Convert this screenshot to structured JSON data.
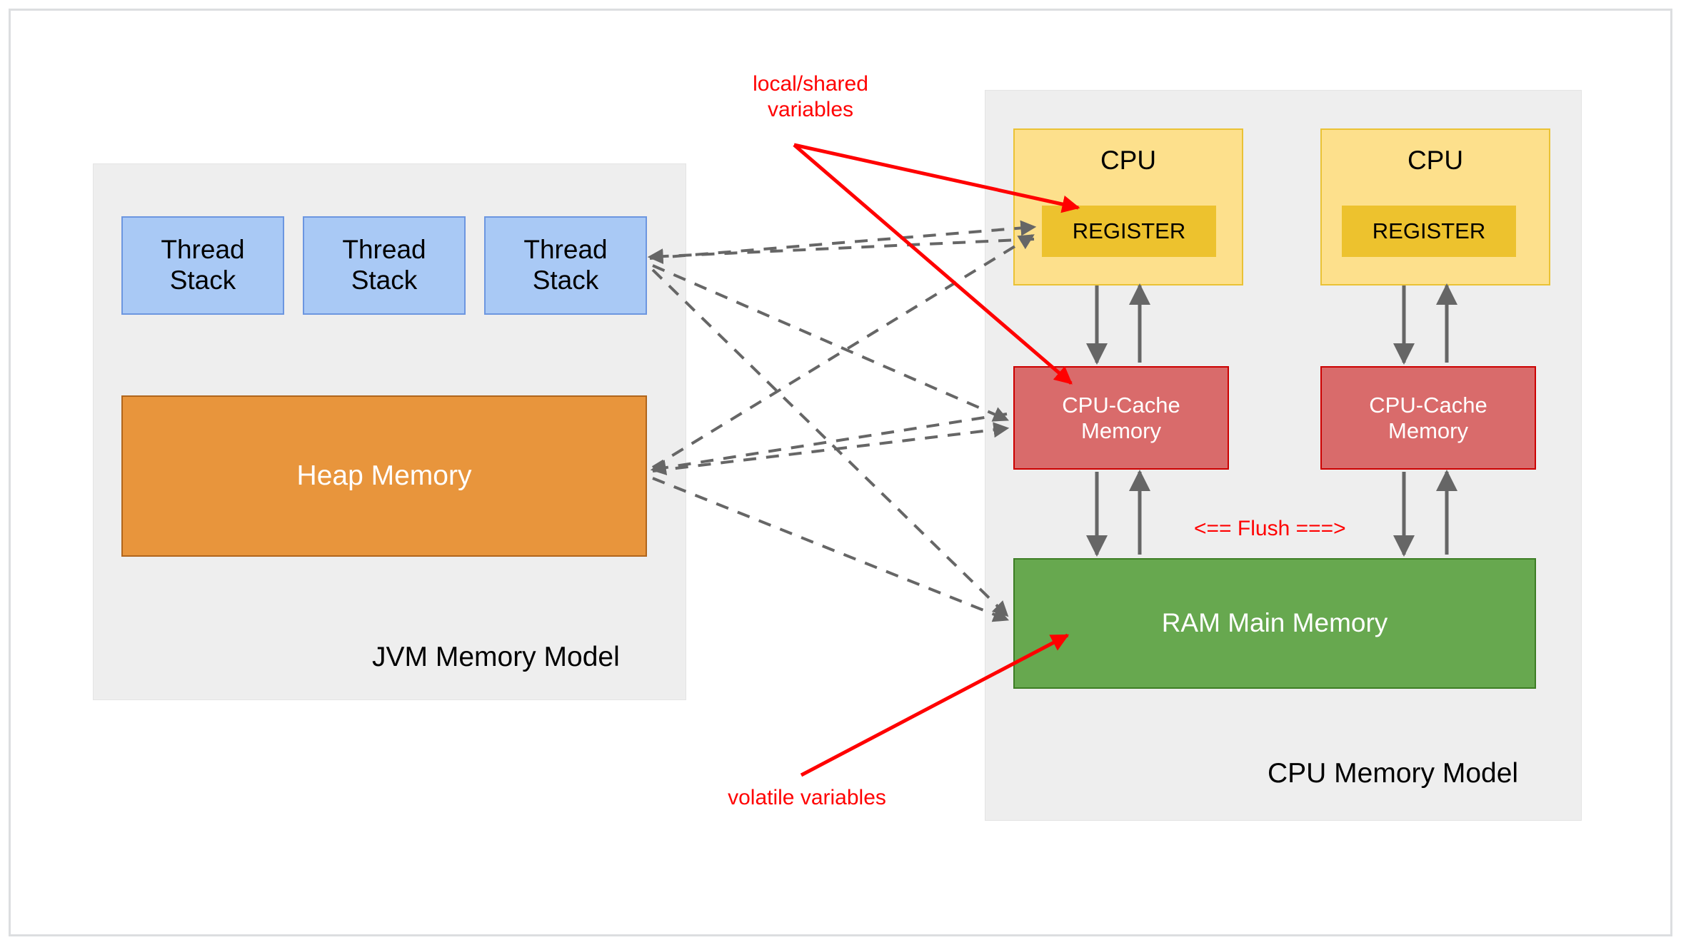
{
  "diagram": {
    "title_left": "JVM Memory Model",
    "title_right": "CPU Memory Model"
  },
  "jvm_panel": {
    "label": "JVM Memory Model",
    "thread_stacks": [
      {
        "label": "Thread\nStack"
      },
      {
        "label": "Thread\nStack"
      },
      {
        "label": "Thread\nStack"
      }
    ],
    "heap": {
      "label": "Heap Memory"
    }
  },
  "cpu_panel": {
    "label": "CPU Memory Model",
    "cores": [
      {
        "cpu_label": "CPU",
        "register_label": "REGISTER",
        "cache_label": "CPU-Cache\nMemory"
      },
      {
        "cpu_label": "CPU",
        "register_label": "REGISTER",
        "cache_label": "CPU-Cache\nMemory"
      }
    ],
    "ram": {
      "label": "RAM Main Memory"
    },
    "flush_label": "<== Flush ===>"
  },
  "annotations": [
    {
      "id": "local-shared",
      "text": "local/shared\nvariables"
    },
    {
      "id": "volatile",
      "text": "volatile variables"
    }
  ],
  "colors": {
    "panel_bg": "#eeeeee",
    "thread_stack_fill": "#a9c9f5",
    "thread_stack_stroke": "#6c96e0",
    "heap_fill": "#e8953c",
    "heap_stroke": "#b0651c",
    "cpu_fill": "#fde08c",
    "cpu_stroke": "#eac235",
    "register_fill": "#edc22e",
    "cache_fill": "#d96b6b",
    "cache_stroke": "#cc0000",
    "ram_fill": "#67a84f",
    "ram_stroke": "#3d7d24",
    "annotation_red": "#ff0000",
    "arrow_gray": "#666666"
  }
}
